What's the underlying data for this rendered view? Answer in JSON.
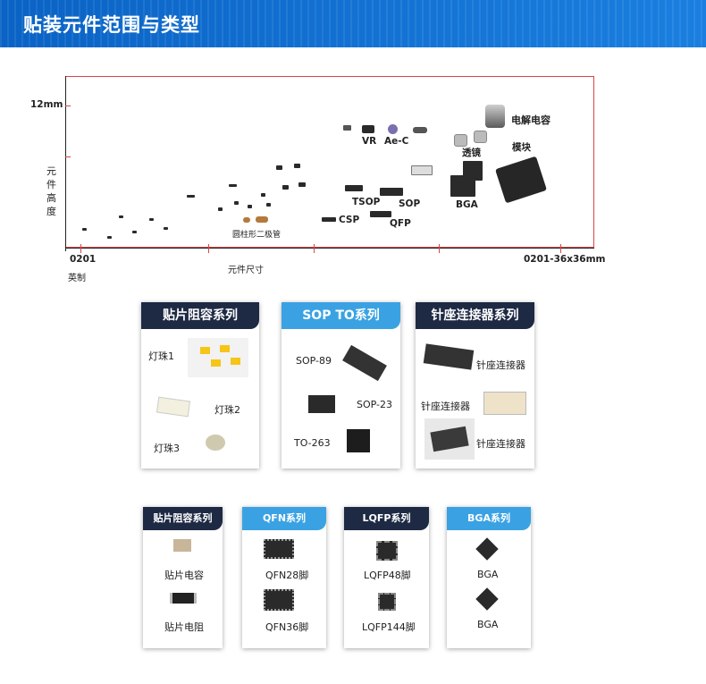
{
  "header": {
    "title": "贴装元件范围与类型"
  },
  "chart": {
    "y_top_label": "12mm",
    "y_axis_label": "元件高度",
    "x_start_label": "0201",
    "x_start_sub": "英制",
    "x_mid_label": "元件尺寸",
    "x_end_label": "0201-36x36mm",
    "annotations": {
      "vr": "VR",
      "aec": "Ae-C",
      "electrolytic": "电解电容",
      "lens": "透镜",
      "module": "模块",
      "tsop": "TSOP",
      "sop": "SOP",
      "bga": "BGA",
      "csp": "CSP",
      "qfp": "QFP",
      "cylindrical_diode": "圆柱形二极管"
    }
  },
  "cards_top": [
    {
      "title": "贴片阻容系列",
      "style": "dark",
      "items": [
        "灯珠1",
        "灯珠2",
        "灯珠3"
      ]
    },
    {
      "title": "SOP TO系列",
      "style": "blue",
      "items": [
        "SOP-89",
        "SOP-23",
        "TO-263"
      ]
    },
    {
      "title": "针座连接器系列",
      "style": "dark",
      "items": [
        "针座连接器",
        "针座连接器",
        "针座连接器"
      ]
    }
  ],
  "cards_bottom": [
    {
      "title": "贴片阻容系列",
      "style": "dark",
      "items": [
        "贴片电容",
        "贴片电阻"
      ]
    },
    {
      "title": "QFN系列",
      "style": "blue",
      "items": [
        "QFN28脚",
        "QFN36脚"
      ]
    },
    {
      "title": "LQFP系列",
      "style": "dark",
      "items": [
        "LQFP48脚",
        "LQFP144脚"
      ]
    },
    {
      "title": "BGA系列",
      "style": "blue",
      "items": [
        "BGA",
        "BGA"
      ]
    }
  ],
  "colors": {
    "banner": "#1a7fe0",
    "dark_head": "#1e2a44",
    "blue_head": "#3aa2e3",
    "plot_border": "#d9434b"
  }
}
